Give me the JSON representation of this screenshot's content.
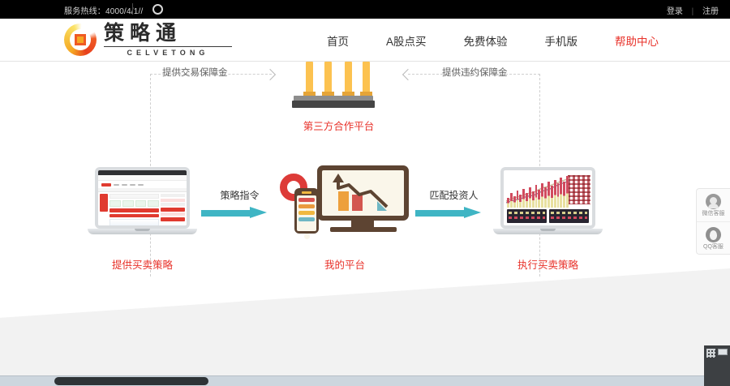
{
  "topbar": {
    "hotline": "服务热线：4000/4/1//",
    "wechat_icon": "wechat-circle-icon",
    "login_label": "登录",
    "divider": "|",
    "register_label": "注册"
  },
  "header": {
    "logo": {
      "cn": "策略通",
      "en": "CELVETONG",
      "mark": "circle-logo-icon"
    },
    "nav": [
      {
        "label": "首页",
        "active": false
      },
      {
        "label": "A股点买",
        "active": false
      },
      {
        "label": "免费体验",
        "active": false
      },
      {
        "label": "手机版",
        "active": false
      },
      {
        "label": "帮助中心",
        "active": true
      }
    ]
  },
  "diagram": {
    "flow_left_label": "提供交易保障金",
    "flow_right_label": "提供违约保障金",
    "platform": {
      "icon": "bank-pillars-icon",
      "label": "第三方合作平台"
    },
    "nodes": [
      {
        "icon": "macbook-light-icon",
        "caption": "提供买卖策略"
      },
      {
        "icon": "desktop-phone-chart-icon",
        "caption": "我的平台"
      },
      {
        "icon": "macbook-dark-chart-icon",
        "caption": "执行买卖策略"
      }
    ],
    "arrows": [
      {
        "label": "策略指令"
      },
      {
        "label": "匹配投资人"
      }
    ]
  },
  "service_panel": {
    "items": [
      {
        "icon": "wechat-service-icon",
        "label": "微信客服"
      },
      {
        "icon": "qq-service-icon",
        "label": "QQ客服"
      }
    ]
  },
  "colors": {
    "accent_red": "#e8322a",
    "arrow_teal": "#3fb5c4",
    "logo_orange": "#f5a623",
    "topbar_black": "#000000"
  }
}
